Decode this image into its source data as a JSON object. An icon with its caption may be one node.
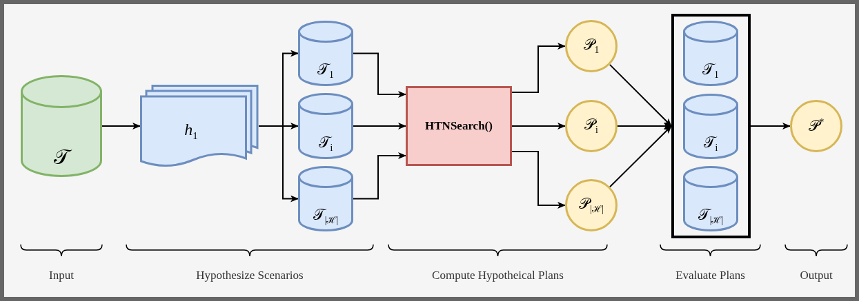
{
  "diagram": {
    "nodes": [
      {
        "text": [
          "𝒯"
        ]
      },
      {
        "text": [
          "*h*$_{1}$"
        ]
      },
      {
        "text": [
          "𝒯$_{1}$"
        ]
      },
      {
        "text": [
          "𝒯$_{i}$"
        ]
      },
      {
        "text": [
          "𝒯$_{|ℋ|}$"
        ]
      },
      {
        "text": [
          "HTNSearch()"
        ]
      },
      {
        "text": [
          "𝒫$_{1}$"
        ]
      },
      {
        "text": [
          "𝒫$_{i}$"
        ]
      },
      {
        "text": [
          "𝒫$_{|ℋ|}$"
        ]
      },
      {
        "text": [],
        "shape": "box"
      },
      {
        "text": [
          "𝒯$_{1}$"
        ],
        "in": 9
      },
      {
        "text": [
          "𝒯$_{i}$"
        ],
        "in": 9
      },
      {
        "text": [
          "𝒯$_{|ℋ|}$"
        ],
        "in": 9
      },
      {
        "text": [
          "𝒫$^{*}$"
        ]
      }
    ],
    "edges": [
      {
        "from": 0,
        "to": 1,
        "arrow": "to"
      },
      {
        "from": 1,
        "to": 2,
        "arrow": "to"
      },
      {
        "from": 1,
        "to": 3,
        "arrow": "to"
      },
      {
        "from": 1,
        "to": 4,
        "arrow": "to"
      },
      {
        "from": 2,
        "to": 5,
        "arrow": "to"
      },
      {
        "from": 3,
        "to": 5,
        "arrow": "to"
      },
      {
        "from": 4,
        "to": 5,
        "arrow": "to"
      },
      {
        "from": 5,
        "to": 6,
        "arrow": "to"
      },
      {
        "from": 5,
        "to": 7,
        "arrow": "to"
      },
      {
        "from": 5,
        "to": 8,
        "arrow": "to"
      },
      {
        "from": 6,
        "to": 9,
        "arrow": "to"
      },
      {
        "from": 7,
        "to": 9,
        "arrow": "to"
      },
      {
        "from": 8,
        "to": 9,
        "arrow": "to"
      },
      {
        "from": 9,
        "to": 13,
        "arrow": "to"
      }
    ],
    "labels": [
      "Input",
      "Hypothesize Scenarios",
      "Compute Hypotheical Plans",
      "Evaluate Plans",
      "Output"
    ]
  }
}
